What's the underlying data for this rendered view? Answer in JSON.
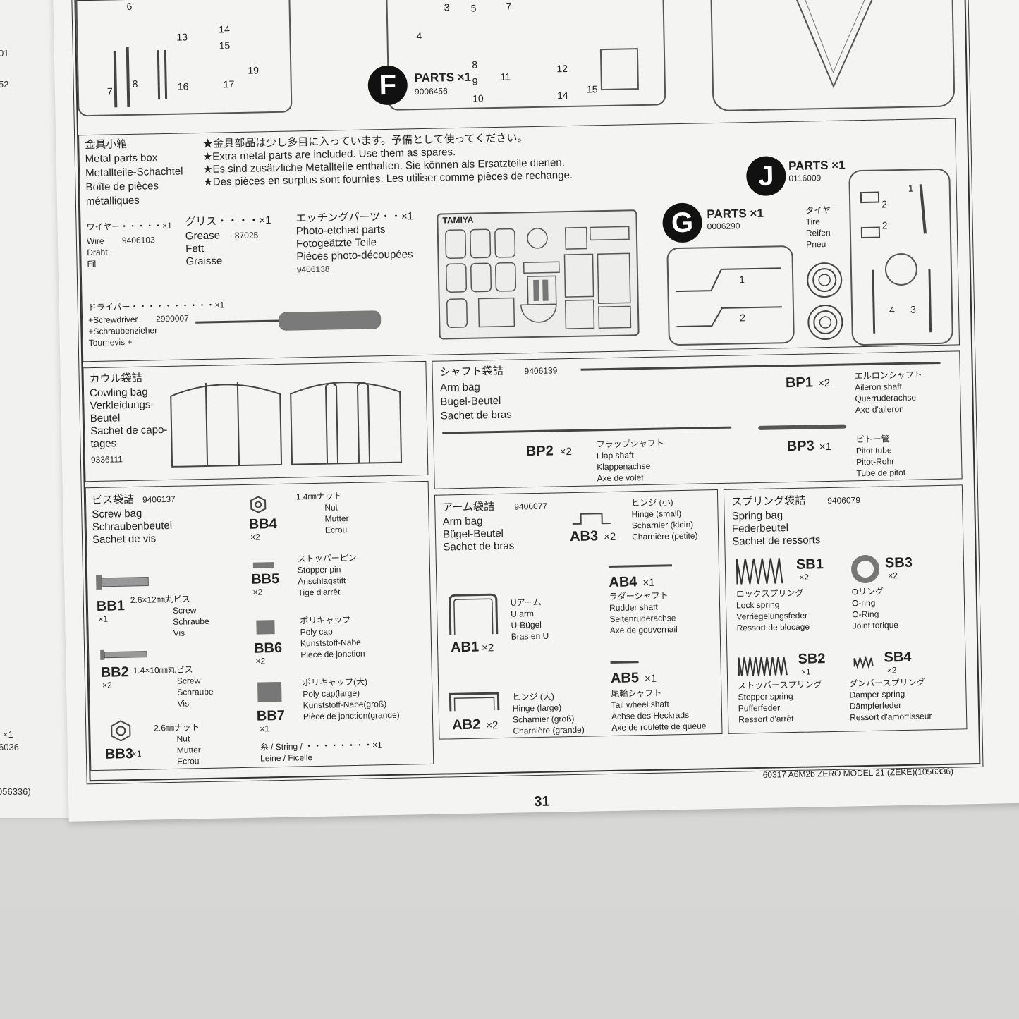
{
  "left_fragments": [
    "01",
    "52",
    "×1",
    "6036",
    "056336)"
  ],
  "sprue_F": {
    "letter": "F",
    "label": "PARTS ×1",
    "code": "9006456",
    "part_numbers": [
      "6",
      "13",
      "14",
      "15",
      "19",
      "7",
      "8",
      "16",
      "17",
      "3",
      "4",
      "5",
      "7",
      "8",
      "9",
      "10",
      "11",
      "12",
      "14",
      "15"
    ]
  },
  "metal_box": {
    "title_lines": [
      "金具小箱",
      "Metal parts box",
      "Metallteile-Schachtel",
      "Boîte de pièces",
      "métalliques"
    ],
    "notes": [
      "★金具部品は少し多目に入っています。予備として使ってください。",
      "★Extra metal parts are included. Use them as spares.",
      "★Es sind zusätzliche Metallteile enthalten. Sie können als Ersatzteile dienen.",
      "★Des pièces en surplus sont fournies. Les utiliser comme pièces de rechange."
    ],
    "wire": {
      "jp": "ワイヤー・・・・・×1",
      "lines": [
        "Wire",
        "Draht",
        "Fil"
      ],
      "code": "9406103"
    },
    "grease": {
      "jp": "グリス・・・・×1",
      "lines": [
        "Grease",
        "Fett",
        "Graisse"
      ],
      "code": "87025"
    },
    "etched": {
      "jp": "エッチングパーツ・・×1",
      "lines": [
        "Photo-etched parts",
        "Fotogeätzte Teile",
        "Pièces photo-découpées"
      ],
      "code": "9406138"
    },
    "driver": {
      "jp": "ドライバー・・・・・・・・・・×1",
      "lines": [
        "+Screwdriver",
        "+Schraubenzieher",
        "Tournevis +"
      ],
      "code": "2990007"
    },
    "brand": "TAMIYA"
  },
  "sprue_J": {
    "letter": "J",
    "label": "PARTS ×1",
    "code": "0116009",
    "part_numbers": [
      "1",
      "2",
      "2",
      "4",
      "3"
    ]
  },
  "sprue_G": {
    "letter": "G",
    "label": "PARTS ×1",
    "code": "0006290",
    "part_numbers": [
      "1",
      "2"
    ]
  },
  "tire": {
    "lines": [
      "タイヤ",
      "Tire",
      "Reifen",
      "Pneu"
    ]
  },
  "cowling_bag": {
    "lines": [
      "カウル袋詰",
      "Cowling bag",
      "Verkleidungs-",
      "Beutel",
      "Sachet de capo-",
      "tages"
    ],
    "code": "9336111"
  },
  "shaft_bag": {
    "title": "シャフト袋詰",
    "code": "9406139",
    "lines": [
      "Arm bag",
      "Bügel-Beutel",
      "Sachet de bras"
    ],
    "bp1": {
      "id": "BP1",
      "qty": "×2",
      "lines": [
        "エルロンシャフト",
        "Aileron shaft",
        "Querruderachse",
        "Axe d'aileron"
      ]
    },
    "bp2": {
      "id": "BP2",
      "qty": "×2",
      "lines": [
        "フラップシャフト",
        "Flap shaft",
        "Klappenachse",
        "Axe de volet"
      ]
    },
    "bp3": {
      "id": "BP3",
      "qty": "×1",
      "lines": [
        "ピトー管",
        "Pitot tube",
        "Pitot-Rohr",
        "Tube de pitot"
      ]
    }
  },
  "screw_bag": {
    "title": "ビス袋詰",
    "code": "9406137",
    "lines": [
      "Screw bag",
      "Schraubenbeutel",
      "Sachet de vis"
    ],
    "bb1": {
      "id": "BB1",
      "qty": "×1",
      "spec": "2.6×12㎜丸ビス",
      "lines": [
        "Screw",
        "Schraube",
        "Vis"
      ]
    },
    "bb2": {
      "id": "BB2",
      "qty": "×2",
      "spec": "1.4×10㎜丸ビス",
      "lines": [
        "Screw",
        "Schraube",
        "Vis"
      ]
    },
    "bb3": {
      "id": "BB3",
      "qty": "×1",
      "spec": "2.6㎜ナット",
      "lines": [
        "Nut",
        "Mutter",
        "Ecrou"
      ]
    },
    "bb4": {
      "id": "BB4",
      "qty": "×2",
      "spec": "1.4㎜ナット",
      "lines": [
        "Nut",
        "Mutter",
        "Ecrou"
      ]
    },
    "bb5": {
      "id": "BB5",
      "qty": "×2",
      "lines": [
        "ストッパーピン",
        "Stopper pin",
        "Anschlagstift",
        "Tige d'arrêt"
      ]
    },
    "bb6": {
      "id": "BB6",
      "qty": "×2",
      "lines": [
        "ポリキャップ",
        "Poly cap",
        "Kunststoff-Nabe",
        "Pièce de jonction"
      ]
    },
    "bb7": {
      "id": "BB7",
      "qty": "×1",
      "lines": [
        "ポリキャップ(大)",
        "Poly cap(large)",
        "Kunststoff-Nabe(groß)",
        "Pièce de jonction(grande)"
      ]
    },
    "string": {
      "jp": "糸 / String / ・・・・・・・・×1",
      "line": "Leine / Ficelle"
    }
  },
  "arm_bag": {
    "title": "アーム袋詰",
    "code": "9406077",
    "lines": [
      "Arm bag",
      "Bügel-Beutel",
      "Sachet de bras"
    ],
    "ab1": {
      "id": "AB1",
      "qty": "×2",
      "lines": [
        "Uアーム",
        "U arm",
        "U-Bügel",
        "Bras en U"
      ]
    },
    "ab2": {
      "id": "AB2",
      "qty": "×2",
      "lines": [
        "ヒンジ (大)",
        "Hinge (large)",
        "Scharnier (groß)",
        "Charnière (grande)"
      ]
    },
    "ab3": {
      "id": "AB3",
      "qty": "×2",
      "lines": [
        "ヒンジ (小)",
        "Hinge (small)",
        "Scharnier (klein)",
        "Charnière (petite)"
      ]
    },
    "ab4": {
      "id": "AB4",
      "qty": "×1",
      "lines": [
        "ラダーシャフト",
        "Rudder shaft",
        "Seitenruderachse",
        "Axe de gouvernail"
      ]
    },
    "ab5": {
      "id": "AB5",
      "qty": "×1",
      "lines": [
        "尾輪シャフト",
        "Tail wheel shaft",
        "Achse des Heckrads",
        "Axe de roulette de queue"
      ]
    }
  },
  "spring_bag": {
    "title": "スプリング袋詰",
    "code": "9406079",
    "lines": [
      "Spring bag",
      "Federbeutel",
      "Sachet de ressorts"
    ],
    "sb1": {
      "id": "SB1",
      "qty": "×2",
      "lines": [
        "ロックスプリング",
        "Lock spring",
        "Verriegelungsfeder",
        "Ressort de blocage"
      ]
    },
    "sb2": {
      "id": "SB2",
      "qty": "×1",
      "lines": [
        "ストッパースプリング",
        "Stopper spring",
        "Pufferfeder",
        "Ressort d'arrêt"
      ]
    },
    "sb3": {
      "id": "SB3",
      "qty": "×2",
      "lines": [
        "Oリング",
        "O-ring",
        "O-Ring",
        "Joint torique"
      ]
    },
    "sb4": {
      "id": "SB4",
      "qty": "×2",
      "lines": [
        "ダンパースプリング",
        "Damper spring",
        "Dämpferfeder",
        "Ressort d'amortisseur"
      ]
    }
  },
  "footer": {
    "model": "60317  A6M2b ZERO MODEL 21 (ZEKE)(1056336)",
    "page": "31"
  }
}
